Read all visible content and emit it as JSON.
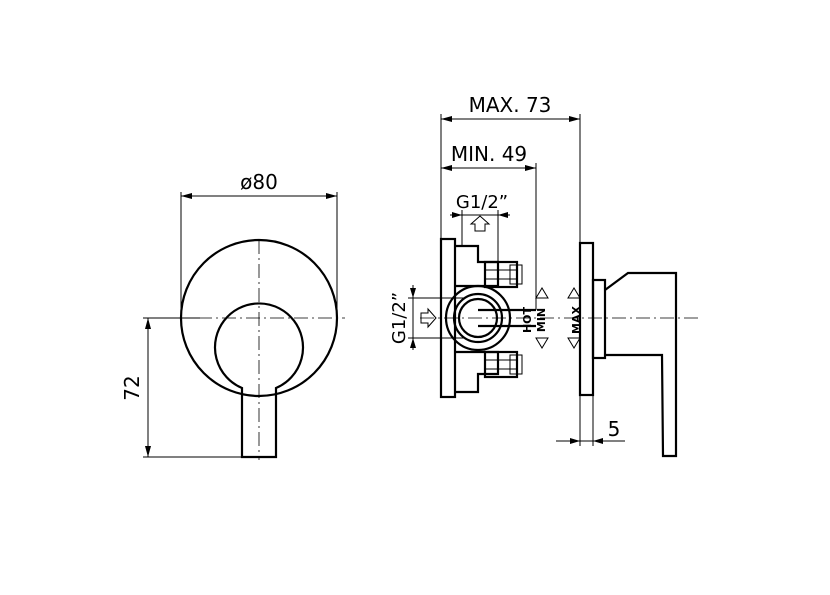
{
  "front_view": {
    "diameter_label": "ø80",
    "height_label": "72"
  },
  "side_view": {
    "max_depth_label": "MAX. 73",
    "min_depth_label": "MIN. 49",
    "top_connection_label": "G1/2”",
    "side_connection_label": "G1/2”",
    "plate_thickness_label": "5",
    "hot_mark": "HOT",
    "min_mark": "MIN",
    "max_mark": "MAX"
  }
}
